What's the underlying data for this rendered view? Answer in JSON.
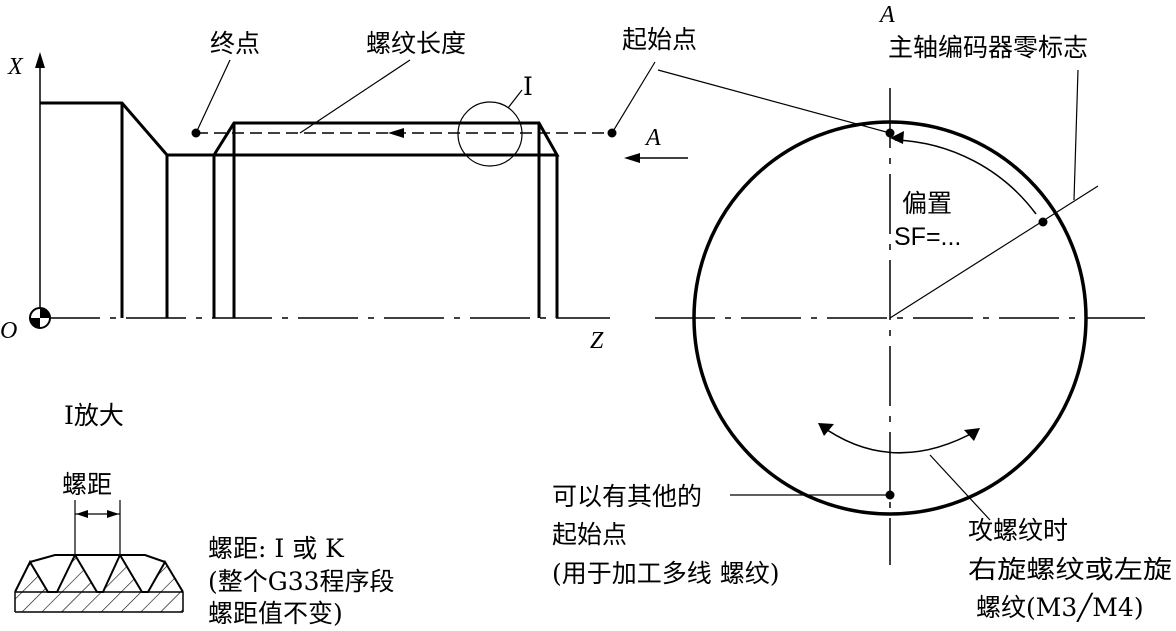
{
  "labels": {
    "end_point": "终点",
    "thread_length": "螺纹长度",
    "start_point": "起始点",
    "detail_marker": "I",
    "axis_x": "X",
    "axis_z": "Z",
    "origin": "O",
    "direction_a": "A",
    "top_a": "A",
    "spindle_encoder_zero": "主轴编码器零标志",
    "offset": "偏置",
    "offset_value": "SF=...",
    "other_start_line1": "可以有其他的",
    "other_start_line2": "起始点",
    "other_start_line3": "(用于加工多线 螺纹)",
    "tapping_line1": "攻螺纹时",
    "tapping_line2": "右旋螺纹或左旋",
    "tapping_line3": "螺纹(M3╱M4)",
    "detail_title": "I放大",
    "pitch": "螺距",
    "pitch_desc_line1": "螺距: I 或 K",
    "pitch_desc_line2": "(整个G33程序段",
    "pitch_desc_line3": "螺距值不变)"
  }
}
